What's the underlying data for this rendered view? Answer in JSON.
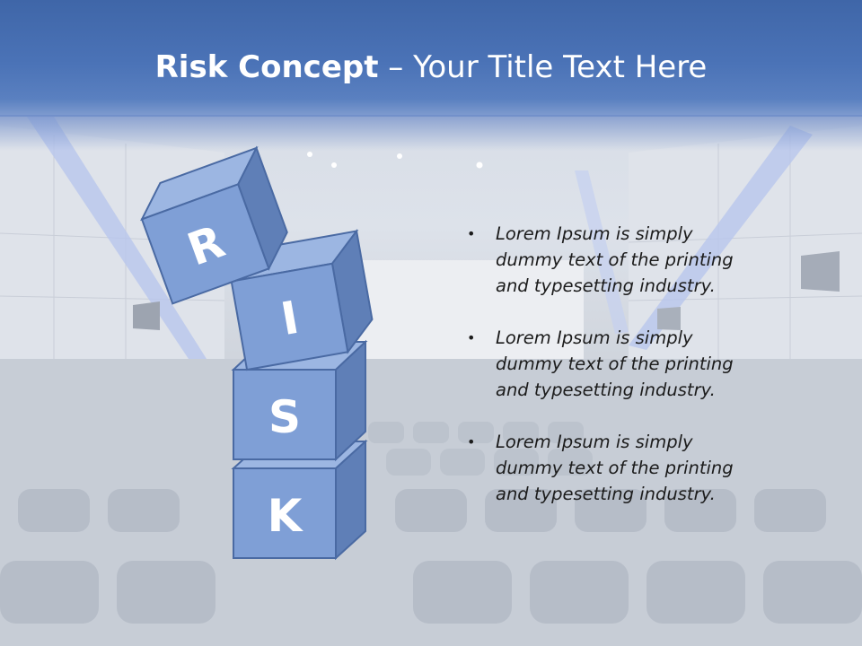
{
  "slide": {
    "title_bold": "Risk Concept",
    "title_rest": " – Your Title Text Here",
    "blocks": [
      "R",
      "I",
      "S",
      "K"
    ],
    "bullets": [
      "Lorem Ipsum is simply dummy text of the printing and typesetting industry.",
      "Lorem Ipsum is simply dummy text of the printing and typesetting industry.",
      "Lorem Ipsum is simply dummy text of the printing and typesetting industry."
    ]
  },
  "colors": {
    "title_band": "#4b73b7",
    "block_front": "#7f9fd6",
    "block_top": "#9cb6e2",
    "block_side": "#5f7fb7",
    "block_edge": "#4a6aa3"
  }
}
